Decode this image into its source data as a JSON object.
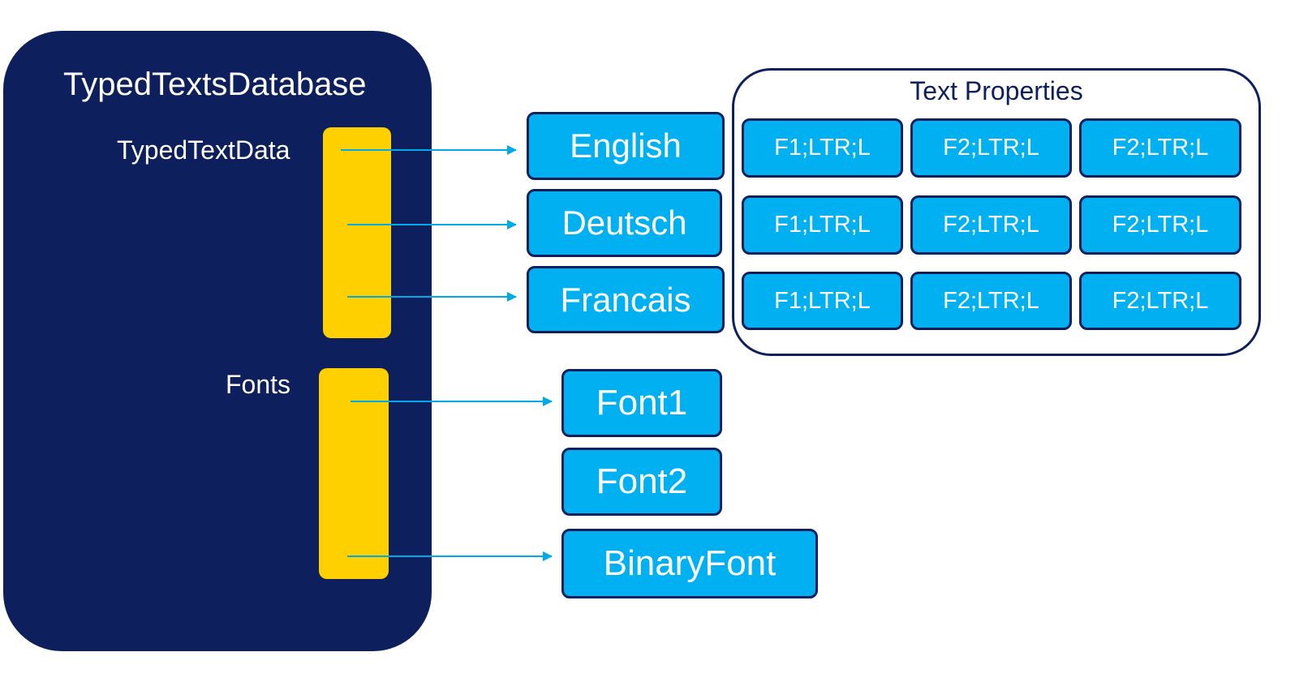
{
  "database": {
    "title": "TypedTextsDatabase",
    "typed_text_data_label": "TypedTextData",
    "fonts_label": "Fonts"
  },
  "languages": [
    "English",
    "Deutsch",
    "Francais"
  ],
  "text_properties": {
    "title": "Text Properties",
    "rows": [
      [
        "F1;LTR;L",
        "F2;LTR;L",
        "F2;LTR;L"
      ],
      [
        "F1;LTR;L",
        "F2;LTR;L",
        "F2;LTR;L"
      ],
      [
        "F1;LTR;L",
        "F2;LTR;L",
        "F2;LTR;L"
      ]
    ]
  },
  "fonts": [
    "Font1",
    "Font2",
    "BinaryFont"
  ],
  "colors": {
    "database": "#0d1f5c",
    "pointer_bar": "#ffd000",
    "box_fill": "#00b0f0",
    "arrow": "#00a9e8"
  }
}
